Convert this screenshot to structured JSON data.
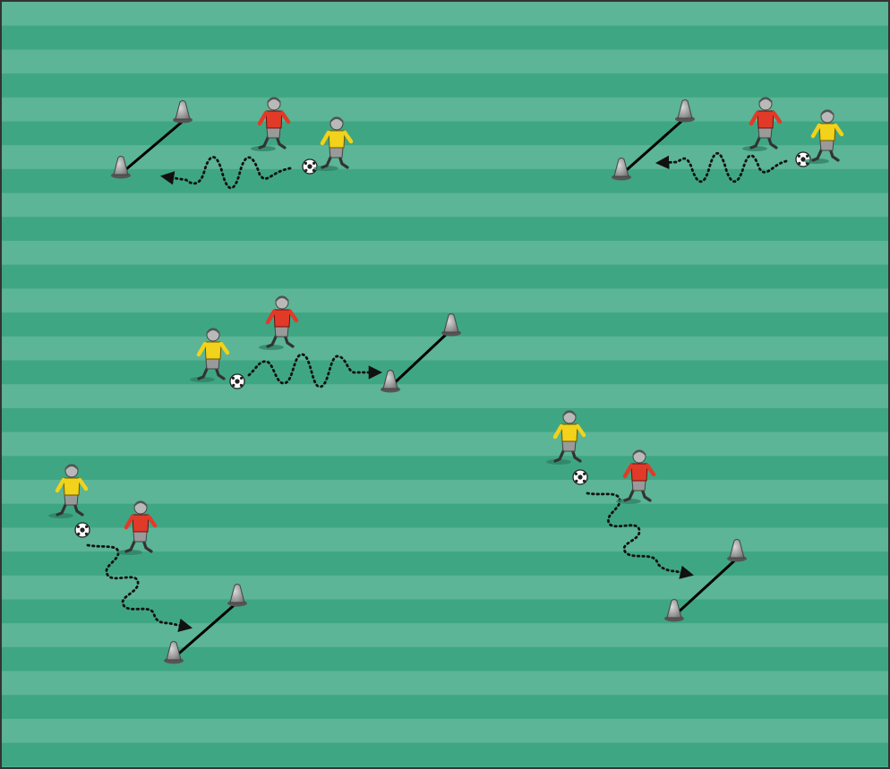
{
  "pitch": {
    "stripe_colors": [
      "#5bb596",
      "#3fa683"
    ],
    "border_color": "#333333"
  },
  "colors": {
    "red_team": "#e23a28",
    "yellow_team": "#f2d21a",
    "shorts": "#9a9a9a",
    "cone": "#8f8f8f",
    "gate_line": "#000000",
    "dribble_path": "#111111"
  },
  "drills": [
    {
      "id": "drill-top-left"
    },
    {
      "id": "drill-top-right"
    },
    {
      "id": "drill-center"
    },
    {
      "id": "drill-bottom-left"
    },
    {
      "id": "drill-bottom-right"
    }
  ]
}
